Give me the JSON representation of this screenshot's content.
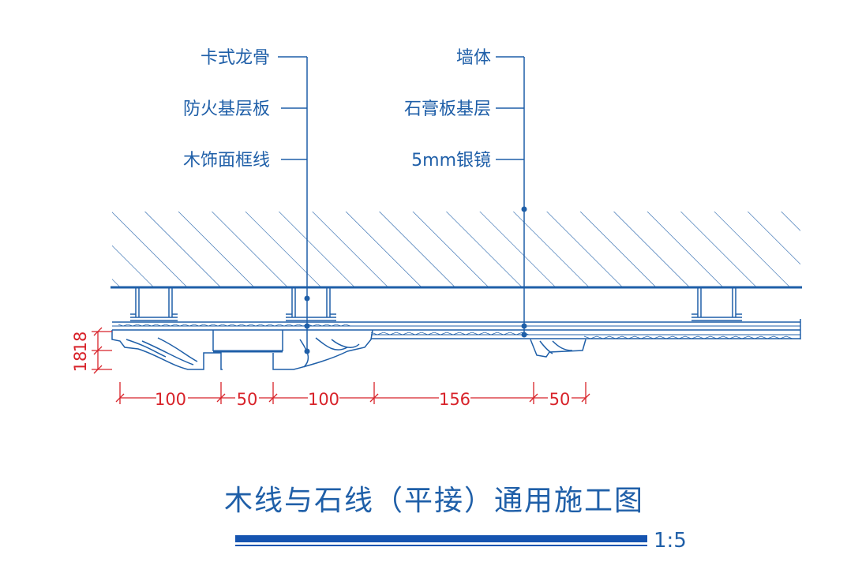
{
  "colors": {
    "line": "#1f5fa8",
    "dimension": "#d8232a",
    "background": "#ffffff"
  },
  "labels": {
    "keel": "卡式龙骨",
    "fireboard": "防火基层板",
    "wood_trim": "木饰面框线",
    "wall": "墙体",
    "gypsum_base": "石膏板基层",
    "mirror": "5mm银镜"
  },
  "dimensions": {
    "horizontal": [
      "100",
      "50",
      "100",
      "156",
      "50"
    ],
    "vertical": [
      "18",
      "18"
    ]
  },
  "title": "木线与石线（平接）通用施工图",
  "scale": "1:5"
}
